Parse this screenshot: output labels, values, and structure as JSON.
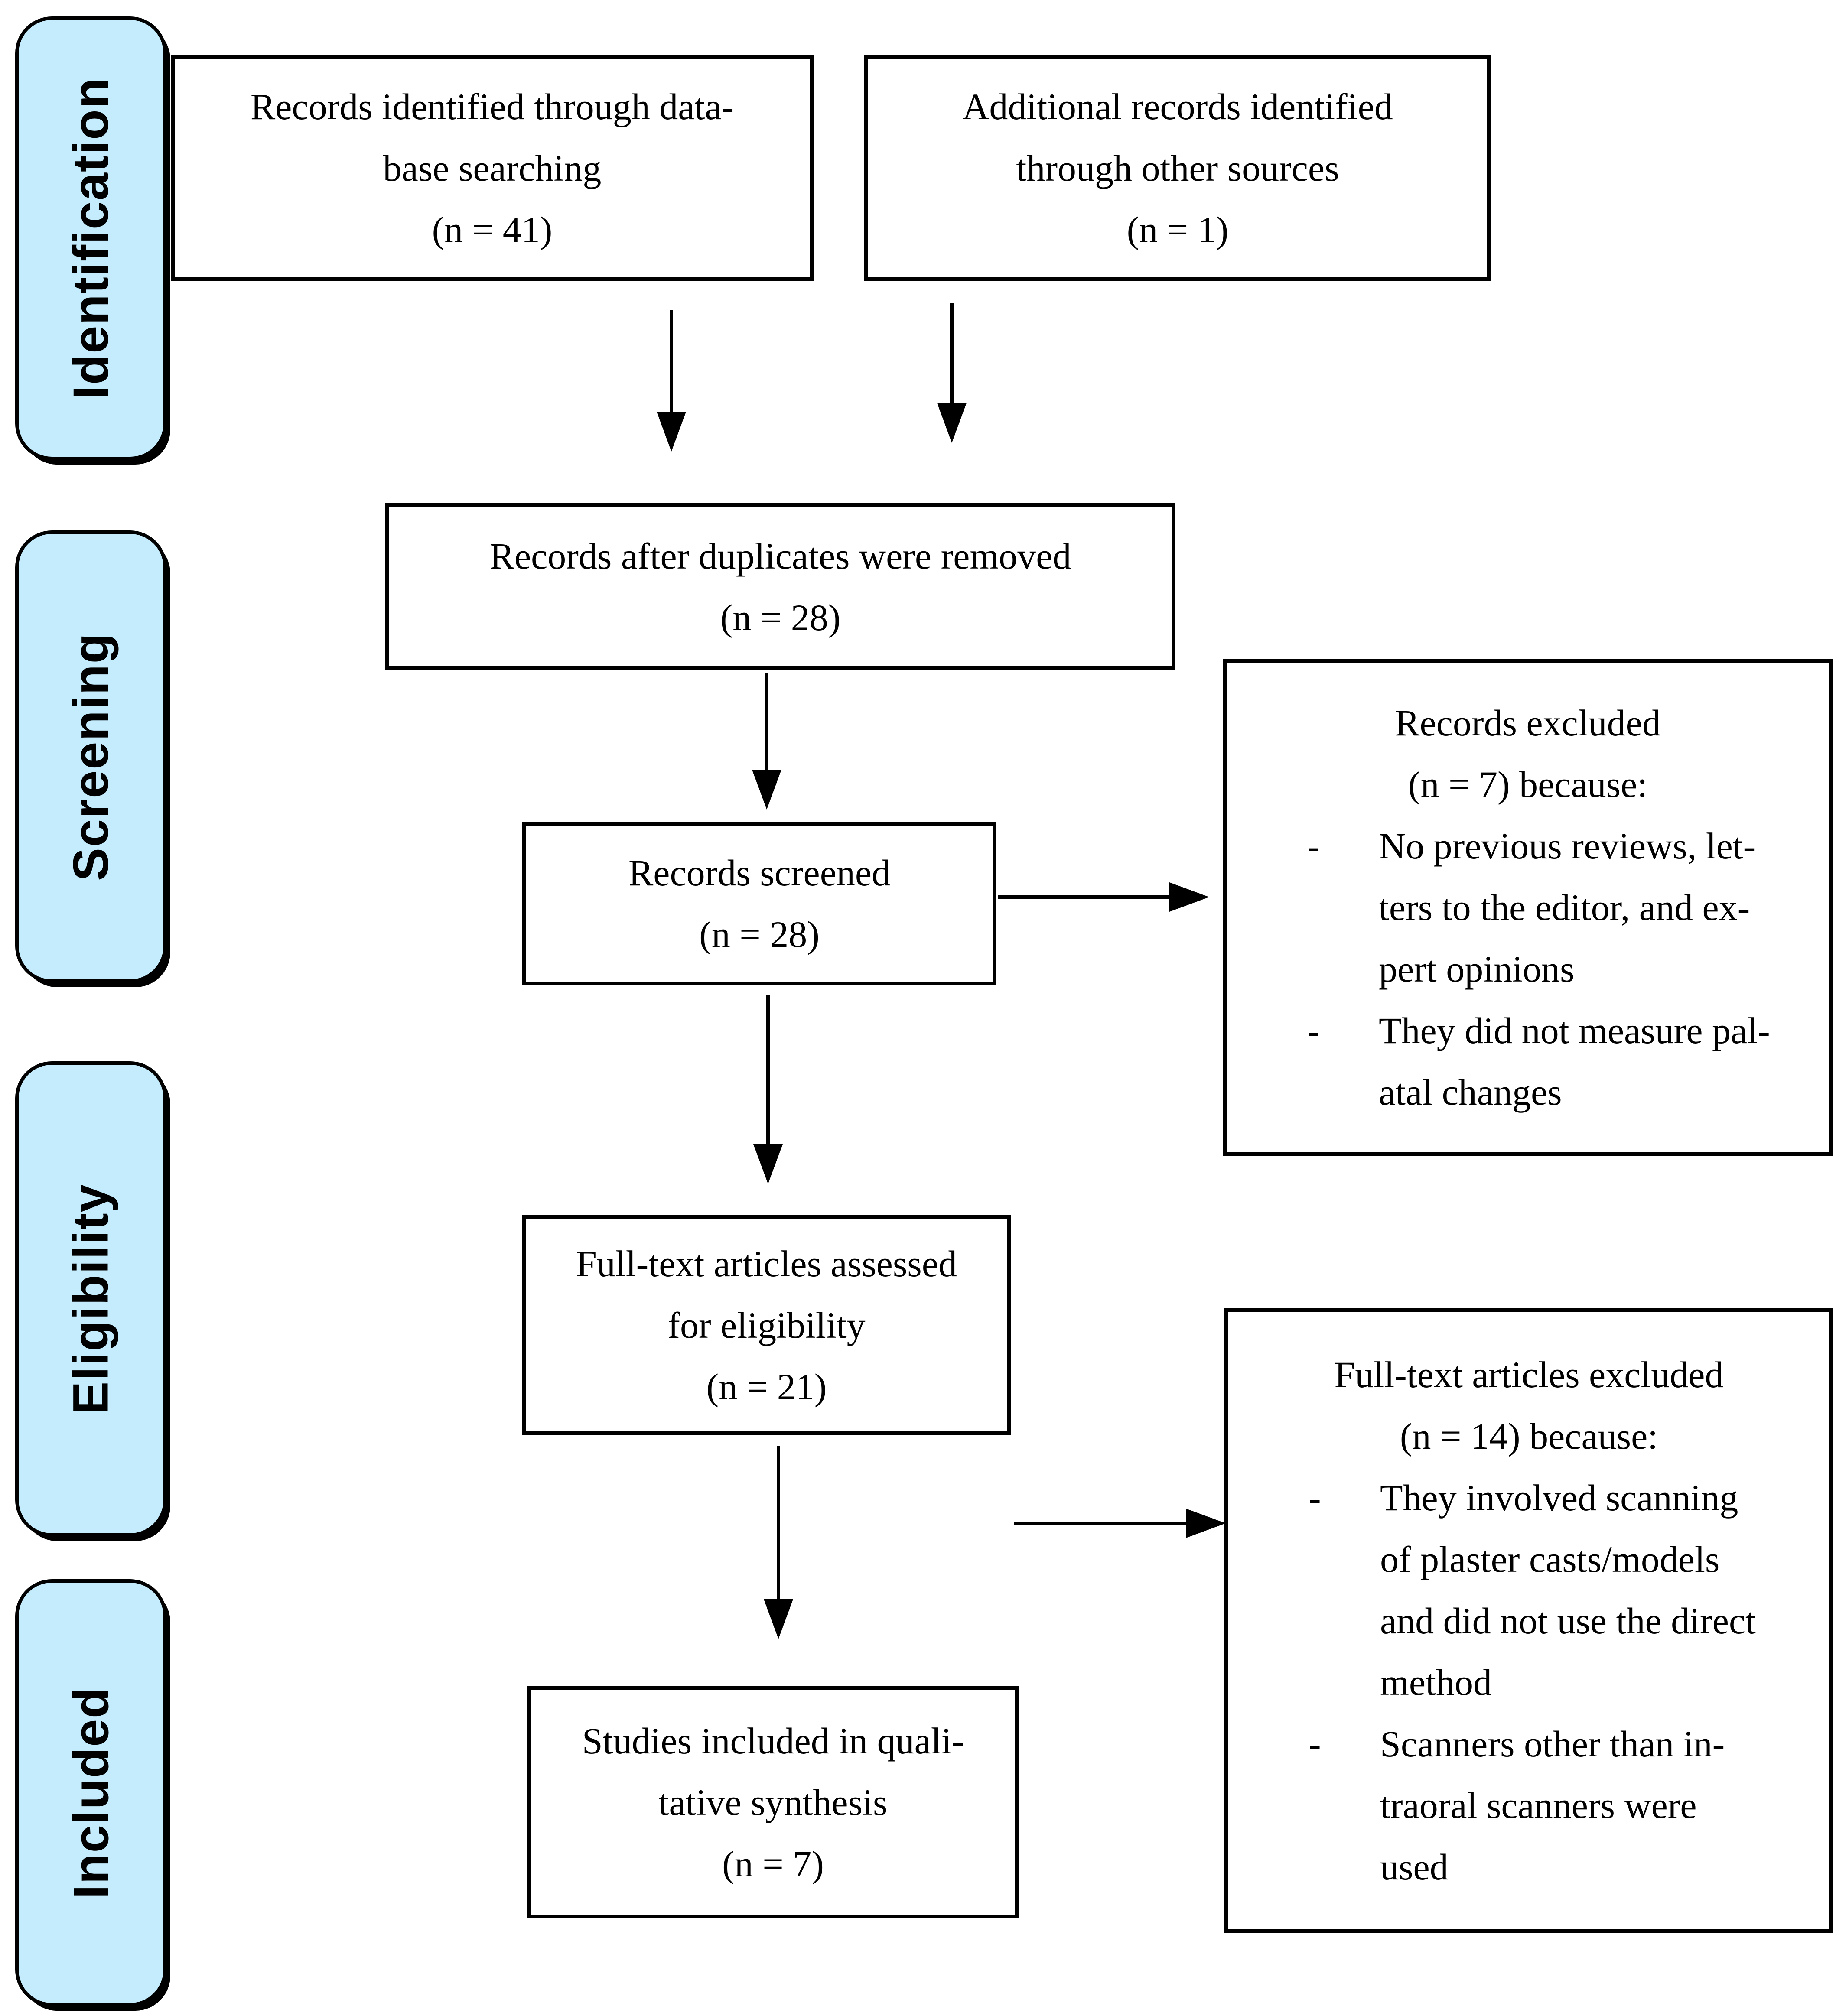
{
  "diagram": {
    "type": "prisma-flow",
    "colors": {
      "stage_fill": "#c4ecfd",
      "stage_border": "#000000",
      "box_fill": "#ffffff",
      "box_border": "#000000",
      "arrow": "#000000",
      "text": "#000000"
    },
    "stages": [
      {
        "label": "Identification"
      },
      {
        "label": "Screening"
      },
      {
        "label": "Eligibility"
      },
      {
        "label": "Included"
      }
    ],
    "boxes": {
      "db_search": {
        "lines": [
          "Records identified through data-",
          "base searching",
          "(n = 41)"
        ]
      },
      "other_sources": {
        "lines": [
          "Additional records identified",
          "through other sources",
          "(n = 1)"
        ]
      },
      "dedup": {
        "lines": [
          "Records after duplicates were removed",
          "(n = 28)"
        ]
      },
      "screened": {
        "lines": [
          "Records screened",
          "(n = 28)"
        ]
      },
      "records_excluded": {
        "heading_lines": [
          "Records excluded",
          "(n = 7) because:"
        ],
        "bullets": [
          {
            "marker": "-",
            "lines": [
              "No previous reviews, let-",
              "ters to the editor, and ex-",
              "pert opinions"
            ]
          },
          {
            "marker": "-",
            "lines": [
              "They did not measure pal-",
              "atal changes"
            ]
          }
        ]
      },
      "fulltext": {
        "lines": [
          "Full-text articles assessed",
          "for eligibility",
          "(n = 21)"
        ]
      },
      "fulltext_excluded": {
        "heading_lines": [
          "Full-text articles excluded",
          "(n = 14) because:"
        ],
        "bullets": [
          {
            "marker": "-",
            "lines": [
              "They involved scanning",
              "of plaster casts/models",
              "and did not use the direct",
              "method"
            ]
          },
          {
            "marker": "-",
            "lines": [
              "Scanners other than in-",
              "traoral scanners were",
              "used"
            ]
          }
        ]
      },
      "included": {
        "lines": [
          "Studies included in quali-",
          "tative synthesis",
          "(n = 7)"
        ]
      }
    }
  }
}
